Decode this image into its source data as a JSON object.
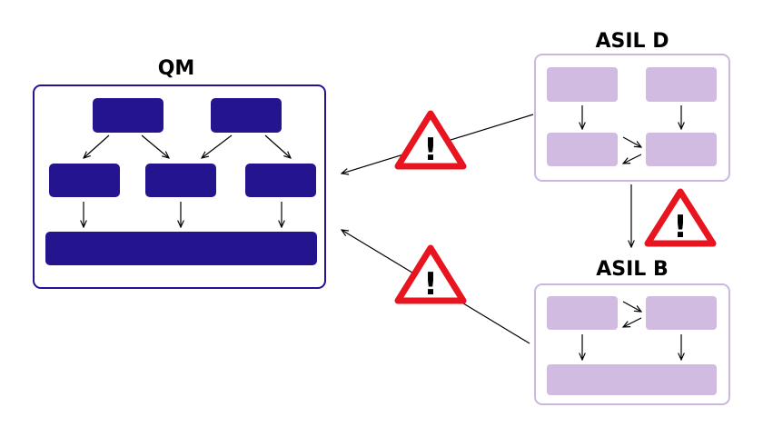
{
  "diagram": {
    "qm": {
      "title": "QM"
    },
    "asil_d": {
      "title": "ASIL D"
    },
    "asil_b": {
      "title": "ASIL B"
    },
    "warning_symbol": "!"
  },
  "colors": {
    "qm_block": "#24158e",
    "qm_border": "#24158e",
    "asil_block": "#d1bbe0",
    "asil_border": "#cdb7de",
    "arrow": "#000000",
    "warning_red": "#e8141f",
    "warning_fill": "#ffffff"
  },
  "icons": {
    "warning": "warning-triangle-icon"
  }
}
